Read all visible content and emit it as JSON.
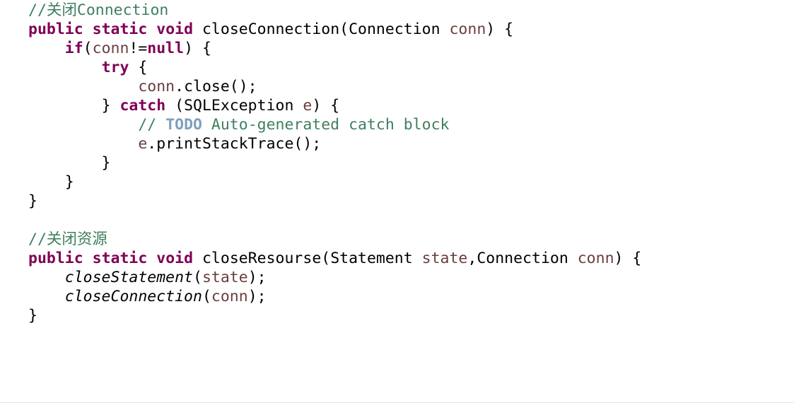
{
  "code": {
    "l1_comment_prefix": "//",
    "l1_comment_cjk": "关闭",
    "l1_comment_rest": "Connection",
    "l2_kw_public": "public",
    "l2_kw_static": "static",
    "l2_kw_void": "void",
    "l2_method": "closeConnection(Connection ",
    "l2_param": "conn",
    "l2_tail": ") {",
    "l3_indent": "    ",
    "l3_kw_if": "if",
    "l3_open": "(",
    "l3_var": "conn",
    "l3_op": "!=",
    "l3_kw_null": "null",
    "l3_tail": ") {",
    "l4_indent": "        ",
    "l4_kw_try": "try",
    "l4_tail": " {",
    "l5_indent": "            ",
    "l5_var": "conn",
    "l5_tail": ".close();",
    "l6_indent": "        ",
    "l6_brace": "} ",
    "l6_kw_catch": "catch",
    "l6_mid": " (SQLException ",
    "l6_var": "e",
    "l6_tail": ") {",
    "l7_indent": "            ",
    "l7_comment_prefix": "// ",
    "l7_todo": "TODO",
    "l7_comment_rest": " Auto-generated catch block",
    "l8_indent": "            ",
    "l8_var": "e",
    "l8_tail": ".printStackTrace();",
    "l9_text": "        }",
    "l10_text": "    }",
    "l11_text": "}",
    "l13_comment_prefix": "//",
    "l13_comment_cjk": "关闭资源",
    "l14_kw_public": "public",
    "l14_kw_static": "static",
    "l14_kw_void": "void",
    "l14_method": "closeResourse(Statement ",
    "l14_param1": "state",
    "l14_mid": ",Connection ",
    "l14_param2": "conn",
    "l14_tail": ") {",
    "l15_indent": "    ",
    "l15_call": "closeStatement",
    "l15_open": "(",
    "l15_var": "state",
    "l15_tail": ");",
    "l16_indent": "    ",
    "l16_call": "closeConnection",
    "l16_open": "(",
    "l16_var": "conn",
    "l16_tail": ");",
    "l17_text": "}"
  },
  "colors": {
    "keyword": "#7f0055",
    "comment": "#3f7f5f",
    "todo": "#7f9fbf",
    "local_variable": "#6a3e3e",
    "default_text": "#000000"
  }
}
